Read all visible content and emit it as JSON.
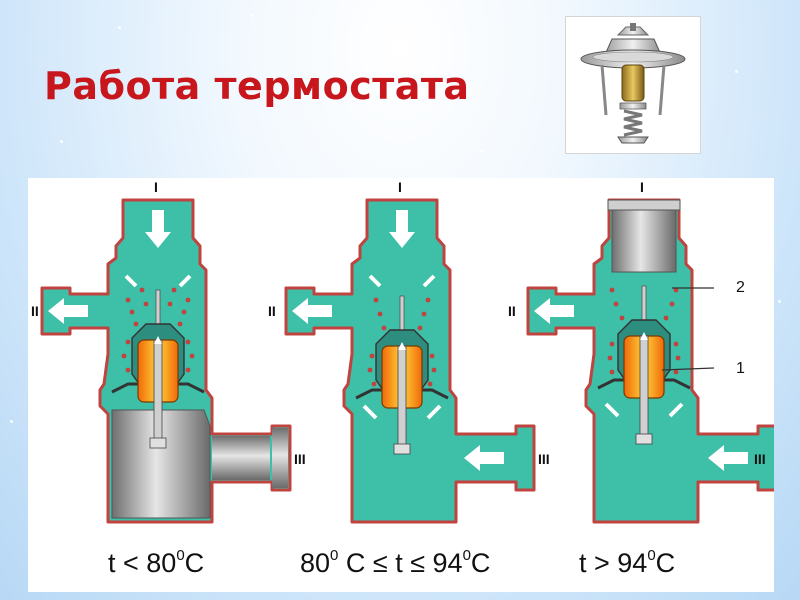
{
  "title": "Работа термостата",
  "photo": {
    "icon": "thermostat-photo-icon"
  },
  "port_labels": {
    "inlet": "I",
    "bypass_outlet": "II",
    "radiator": "III"
  },
  "callouts": {
    "valve": "2",
    "element": "1"
  },
  "captions": [
    {
      "pre": "t < 80",
      "sup": "0",
      "post": "C"
    },
    {
      "pre": "80",
      "sup": "0",
      "post": " C ≤ t ≤ 94",
      "sup2": "0",
      "post2": "C"
    },
    {
      "pre": "t > 94",
      "sup": "0",
      "post": "C"
    }
  ],
  "colors": {
    "title": "#c8161d",
    "coolant": "#3dbfa8",
    "housing_outline": "#c0433f",
    "arrow": "#ffffff",
    "flow_dots": "#c0433f",
    "element_core": "#f2a414",
    "closed_passage": "#8c8c8c"
  }
}
